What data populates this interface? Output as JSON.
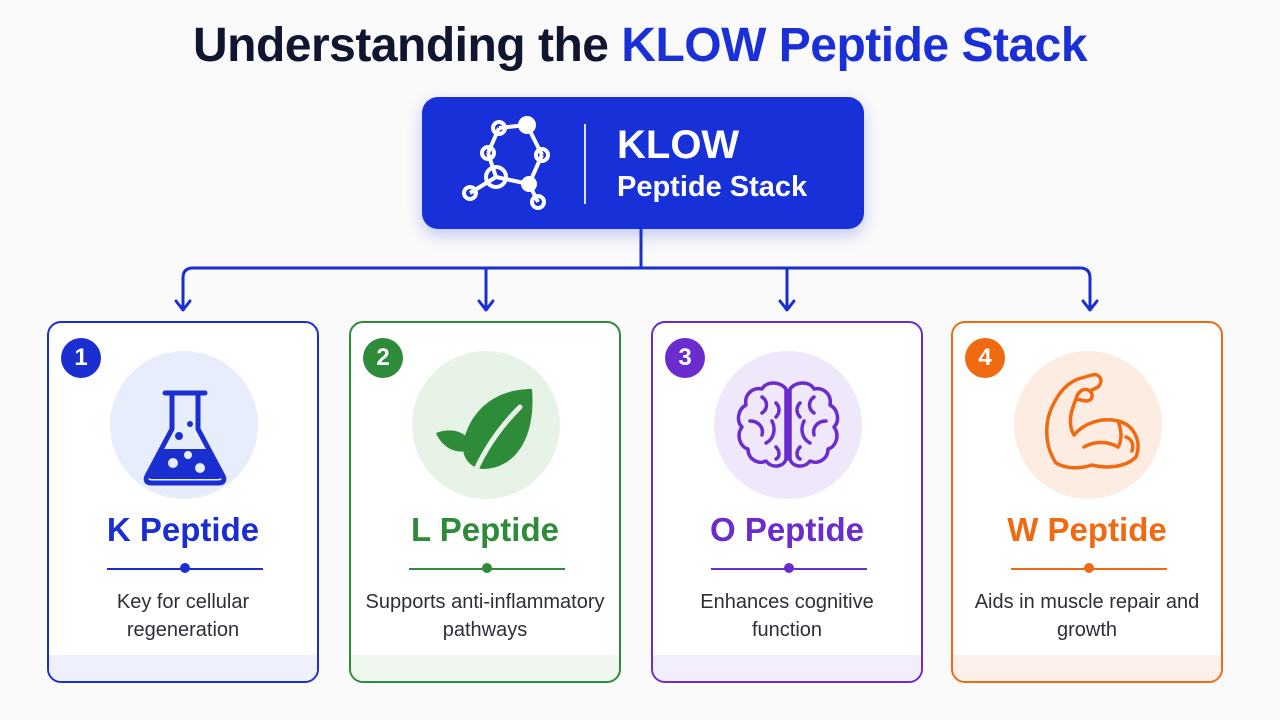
{
  "title": {
    "prefix": "Understanding the ",
    "highlight": "KLOW Peptide Stack"
  },
  "hub": {
    "line1": "KLOW",
    "line2": "Peptide Stack",
    "icon": "molecule-icon"
  },
  "cards": [
    {
      "number": "1",
      "name": "K Peptide",
      "description": "Key for cellular regeneration",
      "icon": "flask-icon",
      "color": "#1b2fd1",
      "tint": "#e8edfb",
      "footer": "#eef1fb"
    },
    {
      "number": "2",
      "name": "L Peptide",
      "description": "Supports anti-inflammatory pathways",
      "icon": "leaf-icon",
      "color": "#2e8b3a",
      "tint": "#e7f3e7",
      "footer": "#eef6ee"
    },
    {
      "number": "3",
      "name": "O Peptide",
      "description": "Enhances cognitive function",
      "icon": "brain-icon",
      "color": "#6a2ccc",
      "tint": "#efe8fa",
      "footer": "#f3eefb"
    },
    {
      "number": "4",
      "name": "W Peptide",
      "description": "Aids in muscle repair and growth",
      "icon": "muscle-arm-icon",
      "color": "#f06a12",
      "tint": "#fcece2",
      "footer": "#fcf1ea"
    }
  ],
  "colors": {
    "title": "#10162f",
    "accent": "#1a2fd6",
    "hub_bg": "#1730d8",
    "connector": "#1b2fd1"
  }
}
